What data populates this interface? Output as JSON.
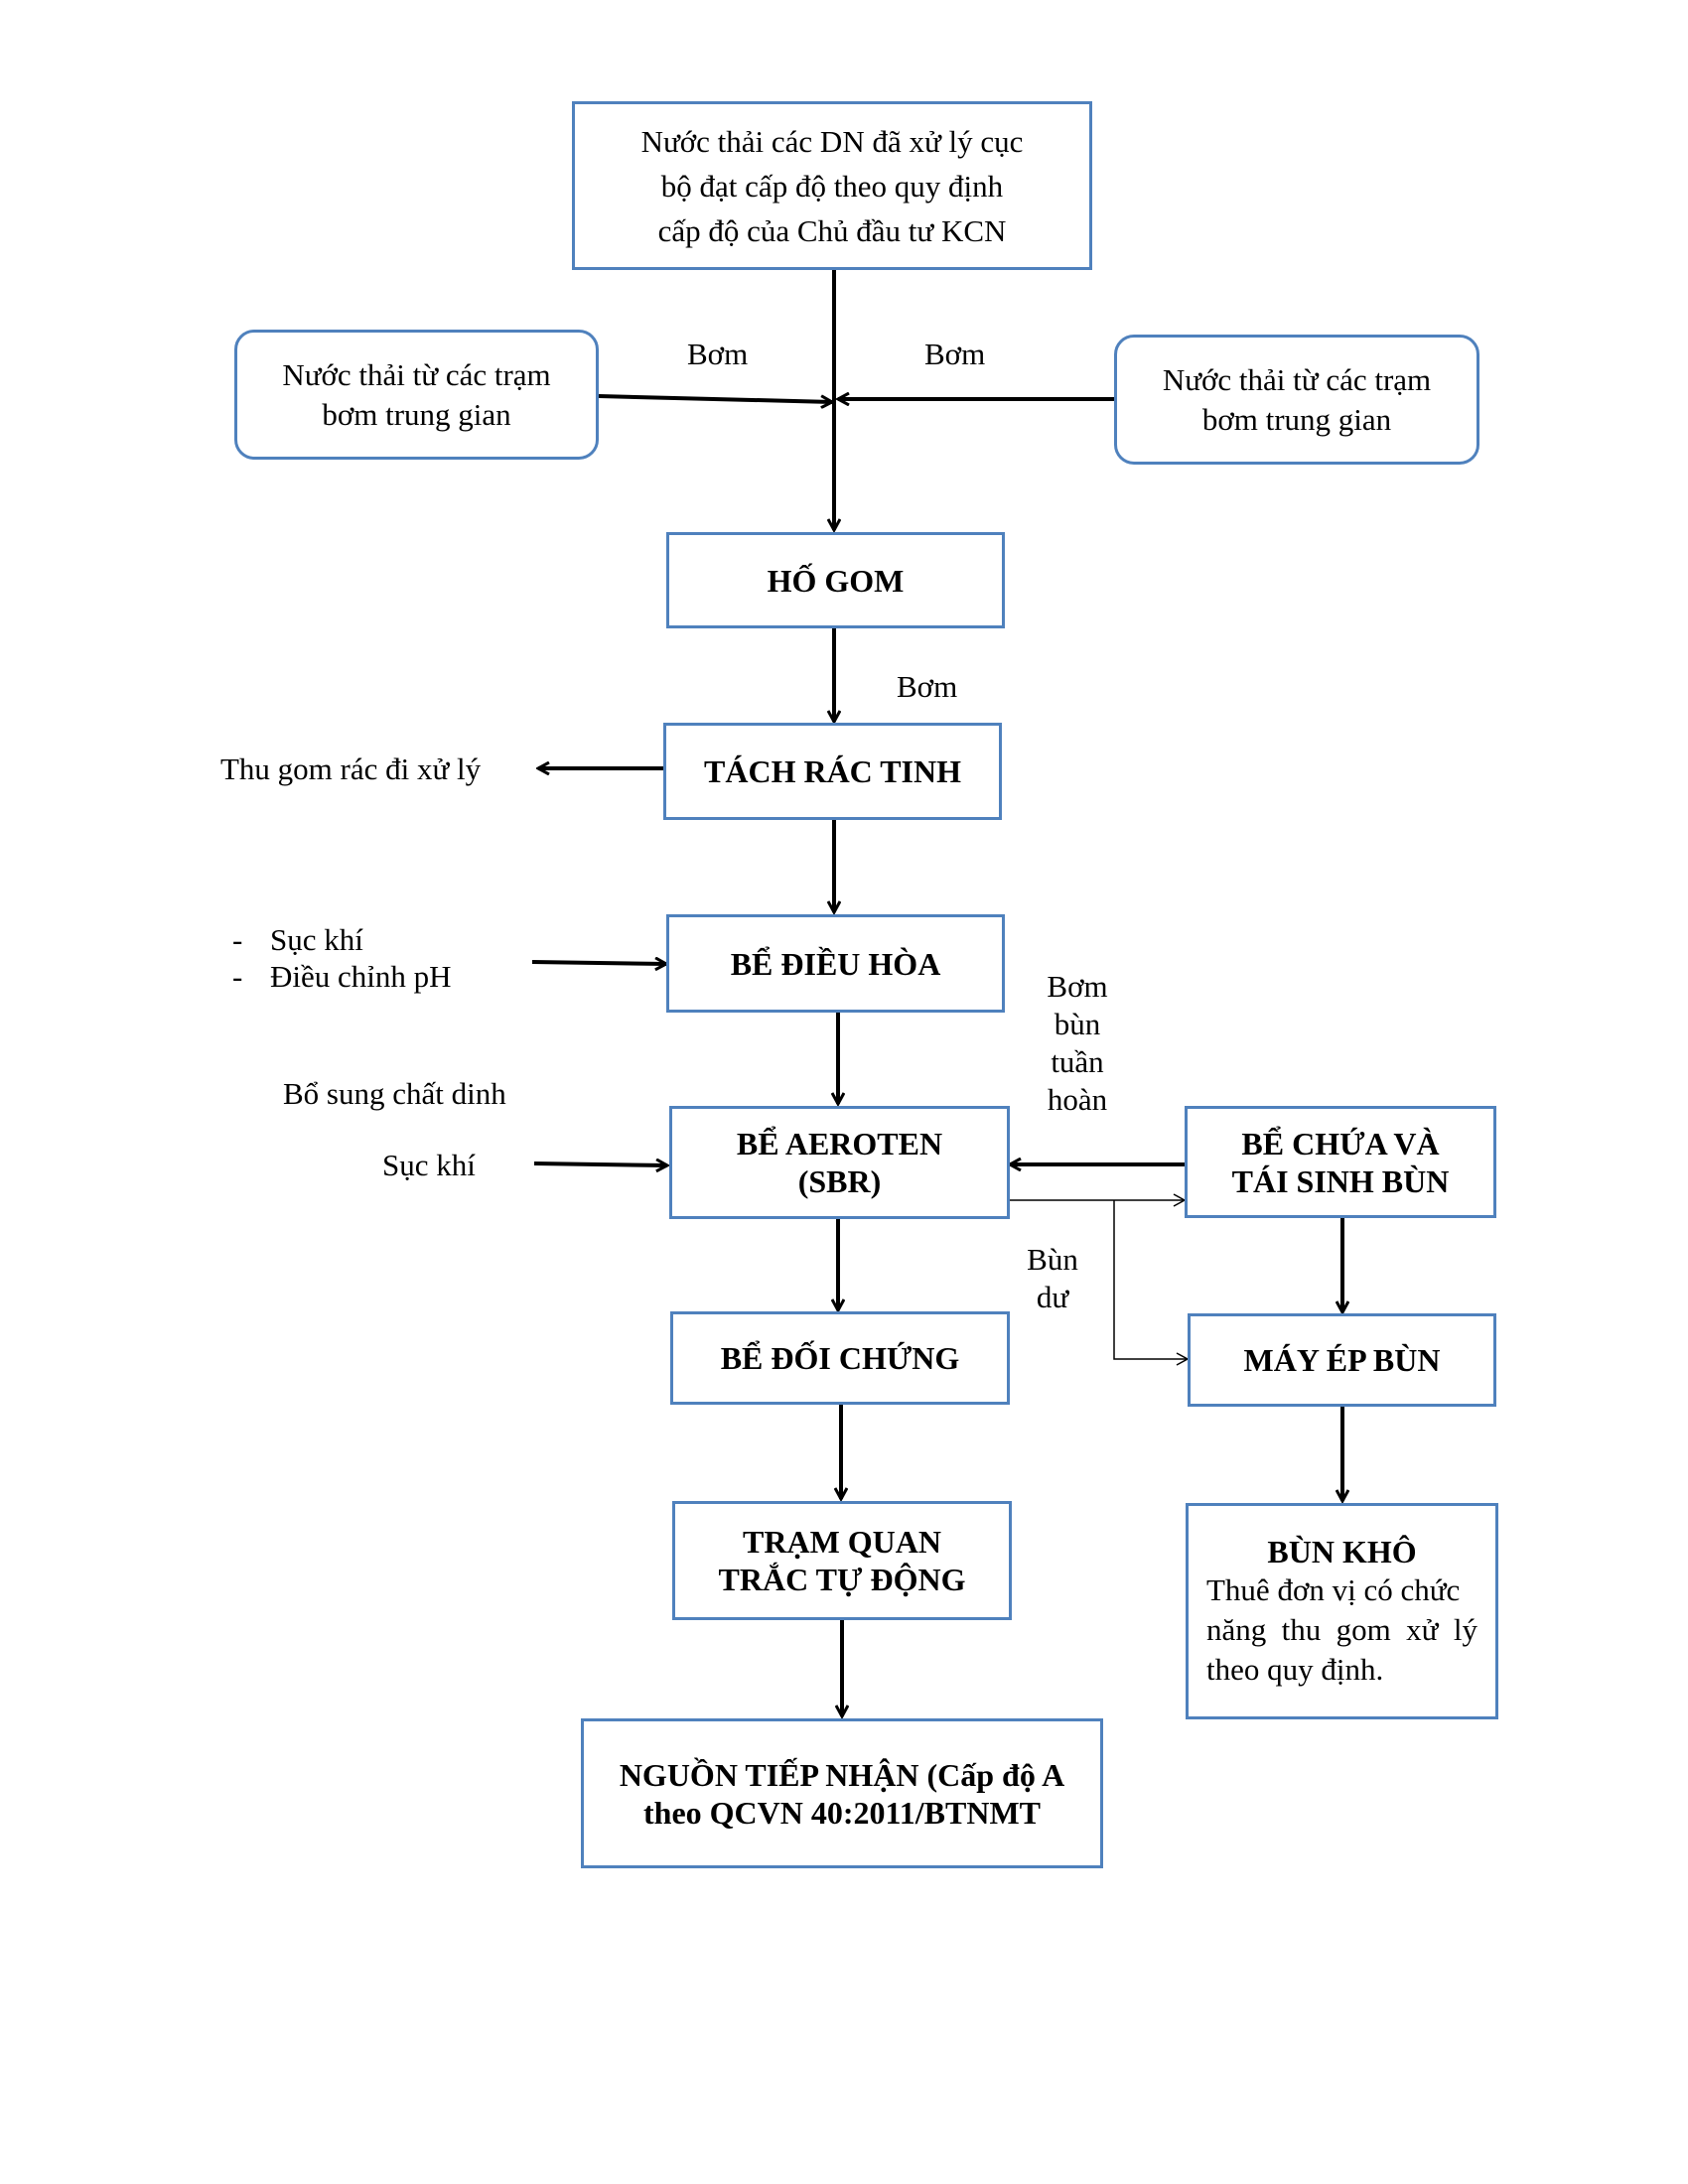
{
  "nodes": {
    "source": {
      "lines": [
        "Nước thải các DN đã xử lý cục",
        "bộ đạt cấp độ theo quy định",
        "cấp độ của Chủ đầu tư KCN"
      ]
    },
    "pump_left": {
      "lines": [
        "Nước thải từ các trạm",
        "bơm trung gian"
      ]
    },
    "pump_right": {
      "lines": [
        "Nước thải từ các trạm",
        "bơm trung gian"
      ]
    },
    "ho_gom": {
      "label": "HỐ GOM"
    },
    "tach_rac": {
      "label": "TÁCH RÁC TINH"
    },
    "dieu_hoa": {
      "label": "BỂ ĐIỀU HÒA"
    },
    "aeroten": {
      "lines": [
        "BỂ AEROTEN",
        "(SBR)"
      ]
    },
    "doi_chung": {
      "label": "BỂ ĐỐI CHỨNG"
    },
    "quan_trac": {
      "lines": [
        "TRẠM QUAN",
        "TRẮC TỰ ĐỘNG"
      ]
    },
    "nguon": {
      "lines": [
        "NGUỒN TIẾP NHẬN (Cấp độ A",
        "theo QCVN 40:2011/BTNMT"
      ]
    },
    "chua_bun": {
      "lines": [
        "BỂ CHỨA VÀ",
        "TÁI SINH BÙN"
      ]
    },
    "may_ep": {
      "label": "MÁY ÉP BÙN"
    },
    "bun_kho": {
      "title": "BÙN KHÔ",
      "lines": [
        "Thuê đơn vị có chức",
        "năng thu gom xử lý",
        "theo quy định."
      ]
    }
  },
  "labels": {
    "bom_left": "Bơm",
    "bom_right": "Bơm",
    "bom_ho_gom": "Bơm",
    "thu_gom_rac": "Thu gom rác đi xử lý",
    "dieu_hoa_inputs": [
      "Sục khí",
      "Điều chỉnh pH"
    ],
    "dieu_hoa_bullet": "-",
    "bo_sung": "Bổ sung chất dinh",
    "suc_khi": "Sục khí",
    "bom_bun_tuan_hoan": [
      "Bơm",
      "bùn",
      "tuần",
      "hoàn"
    ],
    "bun_du": [
      "Bùn",
      "dư"
    ]
  },
  "colors": {
    "box_border": "#4f81bd",
    "arrow": "#000000"
  }
}
